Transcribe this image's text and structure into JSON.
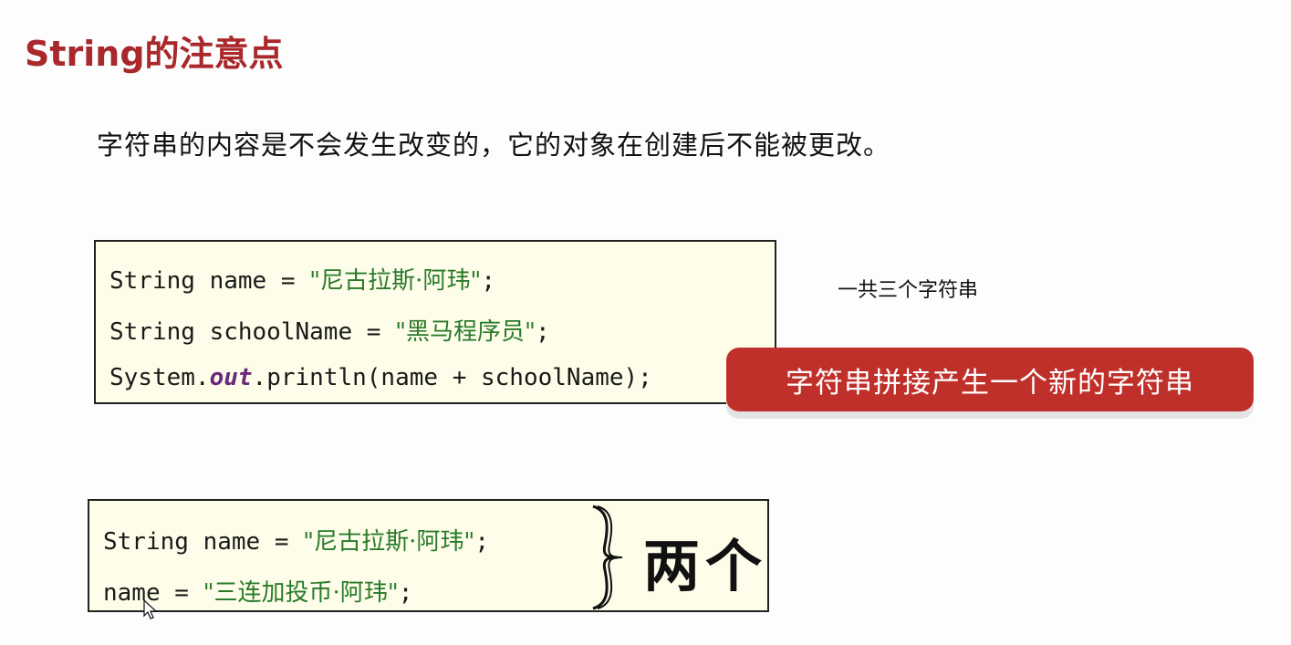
{
  "slide": {
    "title": "String的注意点",
    "description": "字符串的内容是不会发生改变的，它的对象在创建后不能被更改。",
    "colors": {
      "title": "#a8282b",
      "banner": "#c0302b",
      "code_bg": "#fdfde9",
      "string_literal": "#2a7a2a",
      "keyword": "#6b2a7a"
    }
  },
  "example1": {
    "lines": [
      {
        "pre": "String name = ",
        "str": "\"尼古拉斯·阿玮\"",
        "post": ";"
      },
      {
        "pre": "String schoolName = ",
        "str": "\"黑马程序员\"",
        "post": ";"
      },
      {
        "pre": "System.",
        "kw": "out",
        "post": ".println(name + schoolName);"
      }
    ],
    "note": "一共三个字符串",
    "banner": "字符串拼接产生一个新的字符串"
  },
  "example2": {
    "lines": [
      {
        "pre": "String name = ",
        "str": "\"尼古拉斯·阿玮\"",
        "post": ";"
      },
      {
        "pre": "name = ",
        "str": "\"三连加投币·阿玮\"",
        "post": ";"
      }
    ],
    "annotation": "两个"
  }
}
